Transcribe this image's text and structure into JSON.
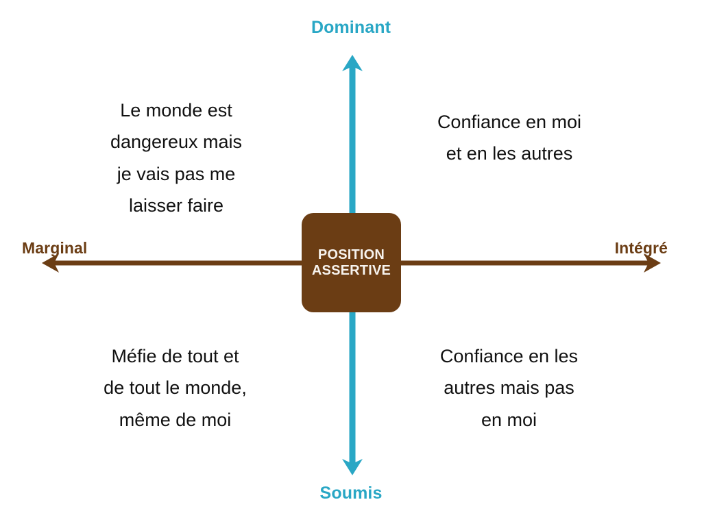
{
  "diagram": {
    "title": "Position assertive - axes Dominant/Soumis et Marginal/Integre",
    "colors": {
      "vertical_axis": "#29a7c5",
      "horizontal_axis": "#6b3d14",
      "center_box_fill": "#6b3d14",
      "center_box_text": "#f7f3ee",
      "quadrant_text": "#111111",
      "background": "#ffffff"
    },
    "axes": {
      "top_label": "Dominant",
      "bottom_label": "Soumis",
      "left_label": "Marginal",
      "right_label": "Intégré"
    },
    "center": {
      "line1": "POSITION",
      "line2": "ASSERTIVE"
    },
    "quadrants": {
      "top_left": "Le monde est\ndangereux mais\nje vais pas me\nlaisser faire",
      "top_right": "Confiance en moi\net en les autres",
      "bottom_left": "Méfie de tout et\nde tout le monde,\nmême de moi",
      "bottom_right": "Confiance en les\nautres mais pas\nen moi"
    }
  }
}
